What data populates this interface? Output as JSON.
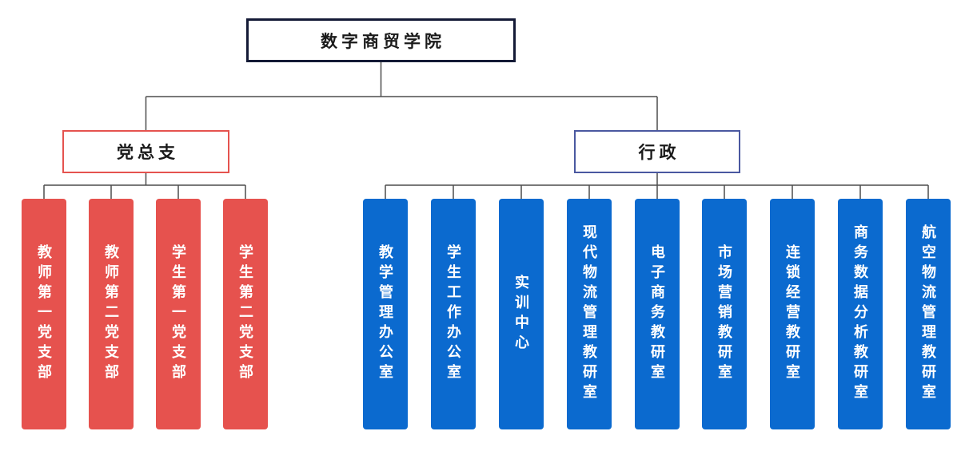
{
  "diagram": {
    "type": "org-chart",
    "root": {
      "label": "数字商贸学院"
    },
    "branches": [
      {
        "label": "党总支",
        "children": [
          {
            "label": "教师第一党支部"
          },
          {
            "label": "教师第二党支部"
          },
          {
            "label": "学生第一党支部"
          },
          {
            "label": "学生第二党支部"
          }
        ]
      },
      {
        "label": "行政",
        "children": [
          {
            "label": "教学管理办公室"
          },
          {
            "label": "学生工作办公室"
          },
          {
            "label": "实训中心"
          },
          {
            "label": "现代物流管理教研室"
          },
          {
            "label": "电子商务教研室"
          },
          {
            "label": "市场营销教研室"
          },
          {
            "label": "连锁经营教研室"
          },
          {
            "label": "商务数据分析教研室"
          },
          {
            "label": "航空物流管理教研室"
          }
        ]
      }
    ],
    "colors": {
      "party_fill": "#E6524E",
      "party_border": "#E5534F",
      "admin_fill": "#0B6ACF",
      "admin_border": "#4A58A0",
      "root_border": "#141A36",
      "connector": "#4D4D4D",
      "leaf_text": "#FFFFFF",
      "node_text": "#1A1A1A"
    }
  }
}
